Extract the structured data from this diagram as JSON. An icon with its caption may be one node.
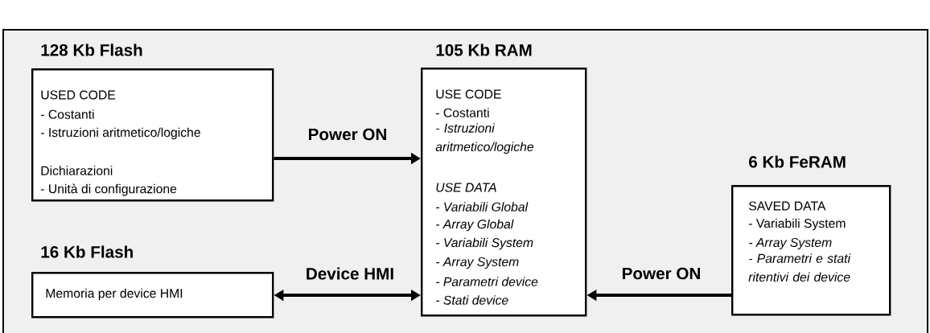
{
  "diagram": {
    "nodes": [
      {
        "text": [],
        "shape": "box"
      },
      {
        "text": [
          "128 Kb Flash",
          "USED CODE",
          "- Costanti",
          "- Istruzioni aritmetico/logiche",
          "Dichiarazioni",
          "- Unità di configurazione"
        ],
        "in": 0
      },
      {
        "text": [
          "105 Kb RAM",
          "USE CODE",
          "- Costanti",
          "- Istruzioni aritmetico/logiche",
          "USE DATA",
          "- Variabili Global",
          "- Array Global",
          "- Variabili System",
          "- Array System",
          "- Parametri device",
          "- Stati device"
        ],
        "in": 0
      },
      {
        "text": [
          "6 Kb FeRAM",
          "SAVED DATA",
          "- Variabili System",
          "- Array System",
          "- Parametri e stati ritentivi dei device"
        ],
        "in": 0
      },
      {
        "text": [
          "16 Kb Flash",
          "Memoria per device HMI"
        ],
        "in": 0
      }
    ],
    "edges": [
      {
        "from": 1,
        "to": 2,
        "arrow": "to",
        "label": "Power ON"
      },
      {
        "from": 4,
        "to": 2,
        "arrow": "both",
        "label": "Device HMI"
      },
      {
        "from": 3,
        "to": 2,
        "arrow": "to",
        "label": "Power ON"
      }
    ]
  }
}
